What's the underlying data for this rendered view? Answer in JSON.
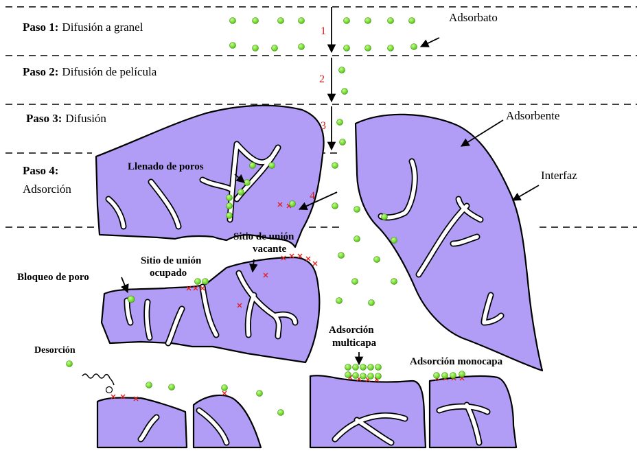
{
  "steps": {
    "step1": {
      "label": "Paso 1:",
      "text": "Difusión a granel"
    },
    "step2": {
      "label": "Paso 2:",
      "text": "Difusión de película"
    },
    "step3": {
      "label": "Paso 3:",
      "text": "Difusión"
    },
    "step4": {
      "label": "Paso 4:",
      "text": "Adsorción"
    }
  },
  "step_numbers": [
    "1",
    "2",
    "3",
    "4"
  ],
  "labels": {
    "adsorbate": "Adsorbato",
    "adsorbent": "Adsorbente",
    "interface": "Interfaz",
    "pore_filling": "Llenado de poros",
    "vacant_site_line1": "Sitio de unión",
    "vacant_site_line2": "vacante",
    "occupied_site_line1": "Sitio de unión",
    "occupied_site_line2": "ocupado",
    "pore_blocking": "Bloqueo de poro",
    "desorption": "Desorción",
    "multilayer_line1": "Adsorción",
    "multilayer_line2": "multicapa",
    "monolayer": "Adsorción monocapa"
  },
  "colors": {
    "adsorbent": "#b19cf6",
    "adsorbate": "#7fe23a",
    "binding_site": "#e02020",
    "step_number": "#cc1f1f"
  }
}
